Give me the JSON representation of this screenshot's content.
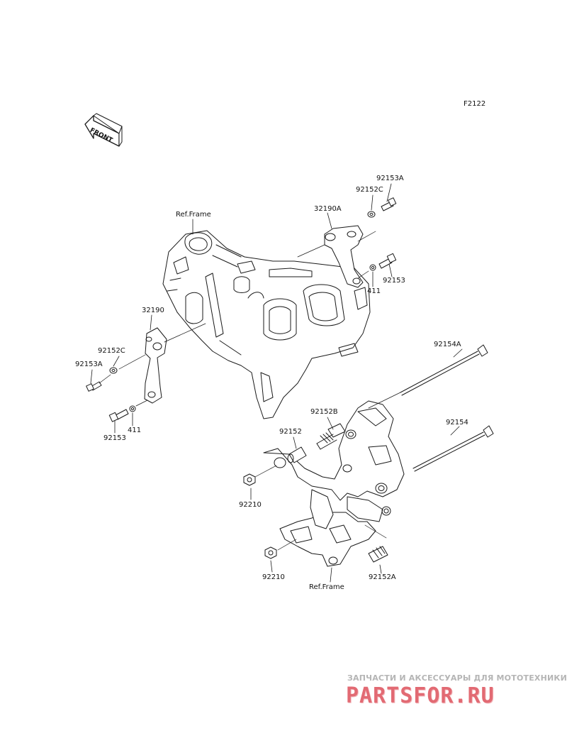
{
  "diagram_code": "F2122",
  "front_label": "FRONT",
  "labels": {
    "ref_frame_top": "Ref.Frame",
    "ref_frame_bottom": "Ref.Frame",
    "p32190A": "32190A",
    "p92153A_top": "92153A",
    "p92152C_top": "92152C",
    "p411_right": "411",
    "p92153_right": "92153",
    "p32190": "32190",
    "p92152C_left": "92152C",
    "p92153A_left": "92153A",
    "p411_left": "411",
    "p92153_left": "92153",
    "p92154A": "92154A",
    "p92154": "92154",
    "p92152B": "92152B",
    "p92152": "92152",
    "p92210_upper": "92210",
    "p92210_lower": "92210",
    "p92152A": "92152A"
  },
  "watermark": {
    "subtitle": "ЗАПЧАСТИ И АКСЕССУАРЫ ДЛЯ МОТОТЕХНИКИ",
    "logo": "PARTSFOR.RU"
  },
  "colors": {
    "line": "#1a1a1a",
    "watermark_logo": "#e26a73",
    "watermark_text": "#b5b5b5"
  }
}
